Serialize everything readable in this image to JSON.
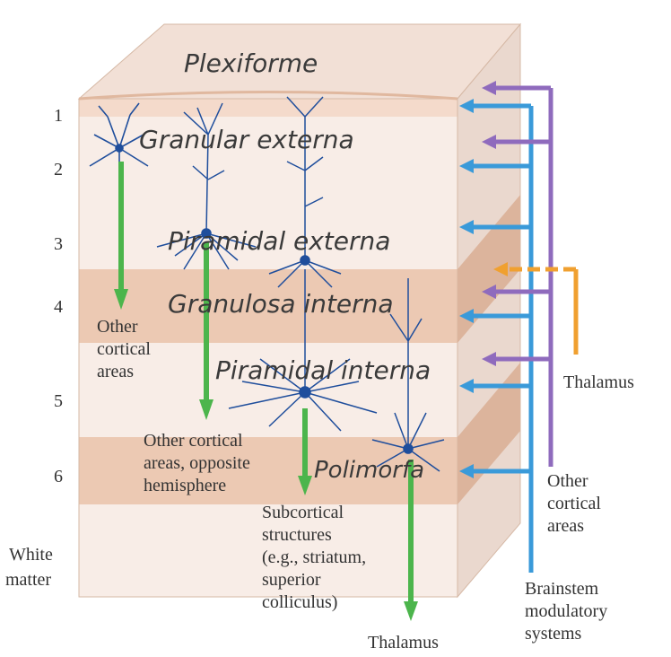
{
  "layer_numbers": [
    "1",
    "2",
    "3",
    "4",
    "5",
    "6"
  ],
  "white_matter": [
    "White",
    "matter"
  ],
  "handwritten": {
    "plexiforme": "Plexiforme",
    "granular_externa": "Granular externa",
    "piramidal_externa": "Piramidal externa",
    "granulosa_interna": "Granulosa interna",
    "piramidal_interna": "Piramidal interna",
    "polimorfa": "Polimorfa"
  },
  "targets": {
    "other_cortical_1": [
      "Other",
      "cortical",
      "areas"
    ],
    "other_cortical_opposite": [
      "Other cortical",
      "areas, opposite",
      "hemisphere"
    ],
    "subcortical": [
      "Subcortical",
      "structures",
      "(e.g., striatum,",
      "superior",
      "colliculus)"
    ],
    "thalamus_bottom": "Thalamus"
  },
  "inputs": {
    "thalamus": "Thalamus",
    "other_cortical": [
      "Other",
      "cortical",
      "areas"
    ],
    "brainstem": [
      "Brainstem",
      "modulatory",
      "systems"
    ]
  },
  "colors": {
    "layer_light": "#f7ece6",
    "layer_dark": "#ecc9b3",
    "side_light": "#e8d6cc",
    "side_dark": "#d9b199",
    "top": "#f2e0d6",
    "neuron": "#1f4e9c",
    "green": "#4cb54c",
    "blue": "#3a9ad9",
    "purple": "#8f6bbd",
    "orange": "#f0a030"
  }
}
